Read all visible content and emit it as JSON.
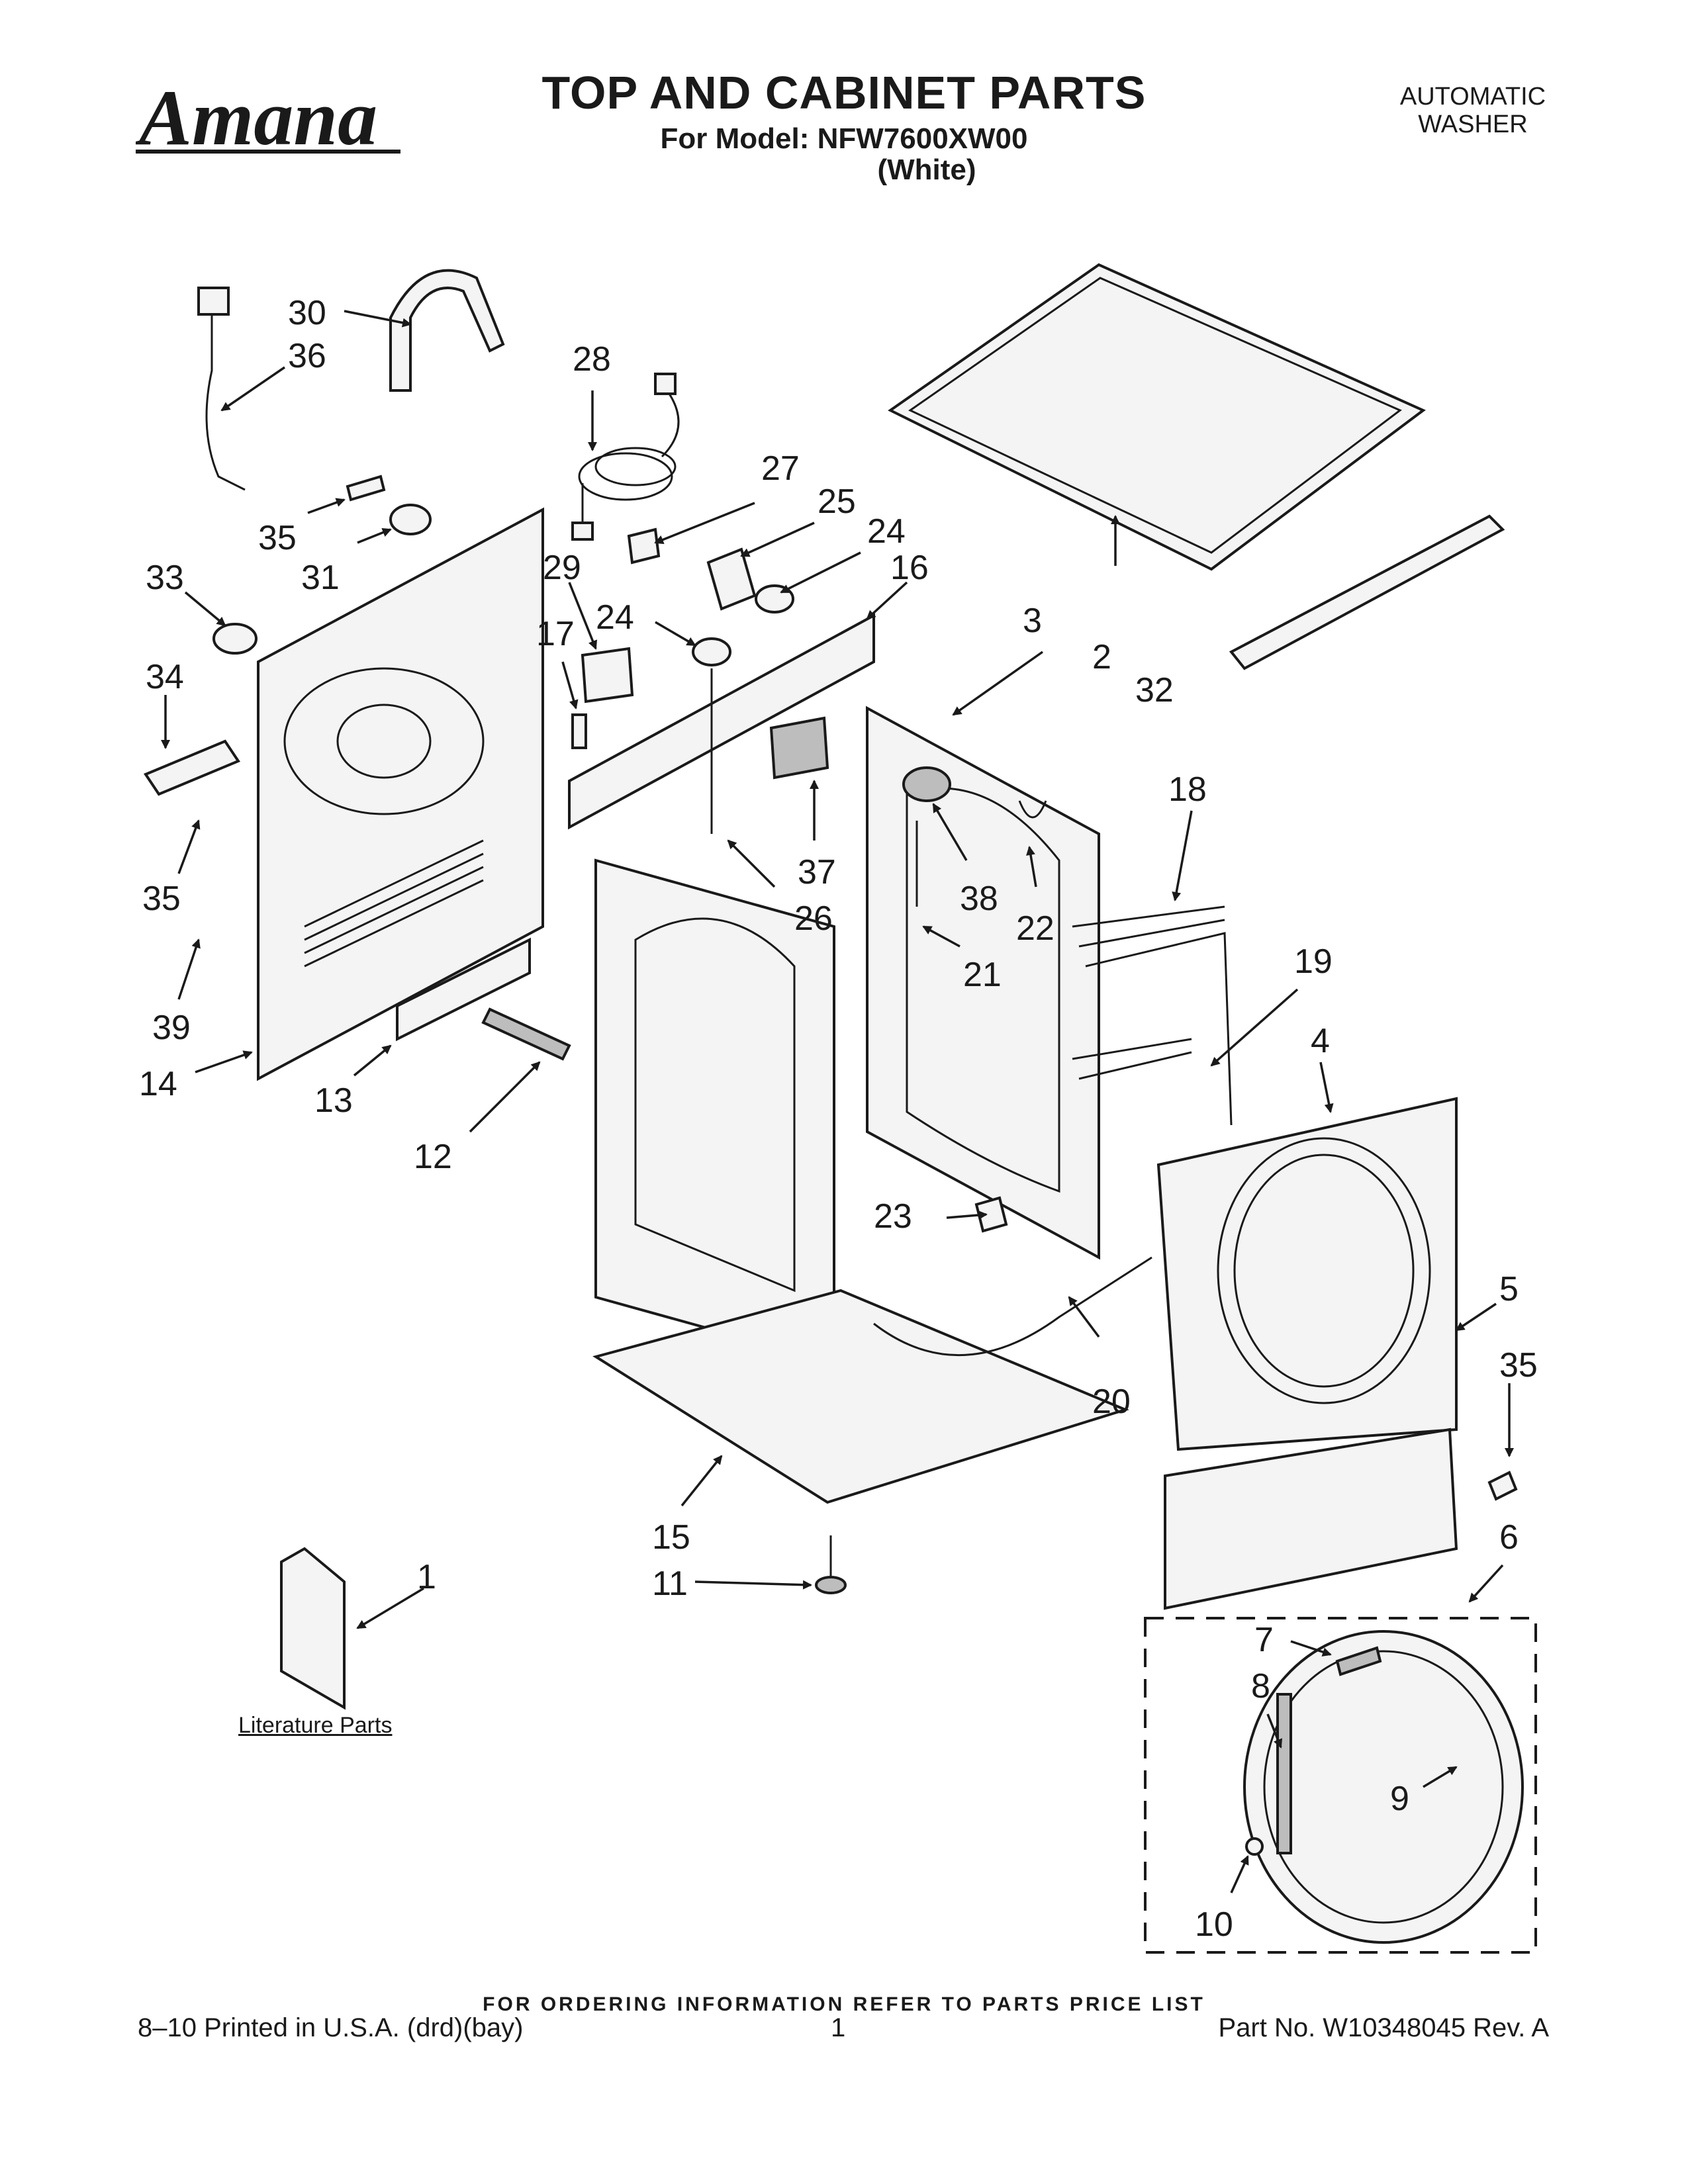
{
  "header": {
    "brand": "Amana",
    "title": "TOP AND CABINET PARTS",
    "model_line": "For Model: NFW7600XW00",
    "color_line": "(White)",
    "product_type_line1": "AUTOMATIC",
    "product_type_line2": "WASHER"
  },
  "diagram": {
    "callouts": [
      "1",
      "2",
      "3",
      "4",
      "5",
      "6",
      "7",
      "8",
      "9",
      "10",
      "11",
      "12",
      "13",
      "14",
      "15",
      "16",
      "17",
      "18",
      "19",
      "20",
      "21",
      "22",
      "23",
      "24",
      "24",
      "25",
      "26",
      "27",
      "28",
      "29",
      "30",
      "31",
      "32",
      "33",
      "34",
      "35",
      "35",
      "35",
      "36",
      "37",
      "38",
      "39"
    ],
    "literature_label": "Literature Parts"
  },
  "footer": {
    "ordering_note": "FOR ORDERING INFORMATION REFER TO PARTS PRICE LIST",
    "print_info": "8–10 Printed in U.S.A. (drd)(bay)",
    "page_number": "1",
    "part_number": "Part No. W10348045 Rev. A"
  }
}
